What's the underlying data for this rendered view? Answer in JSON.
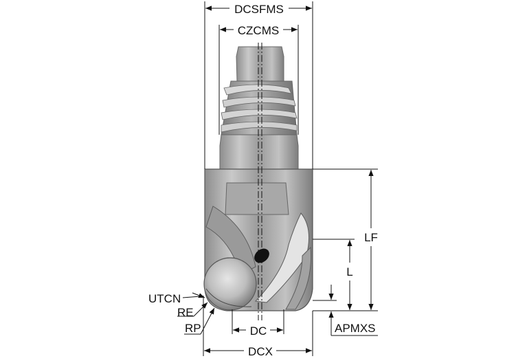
{
  "labels": {
    "dcsfms": "DCSFMS",
    "czcms": "CZCMS",
    "lf": "LF",
    "l": "L",
    "utcn": "UTCN",
    "re": "RE",
    "rp": "RP",
    "dc": "DC",
    "dcx": "DCX",
    "apmxs": "APMXS"
  },
  "colors": {
    "line": "#111111",
    "body_dark": "#8b8b8b",
    "body_mid": "#b3b3b3",
    "body_light": "#e2e2e2",
    "background": "#ffffff"
  }
}
